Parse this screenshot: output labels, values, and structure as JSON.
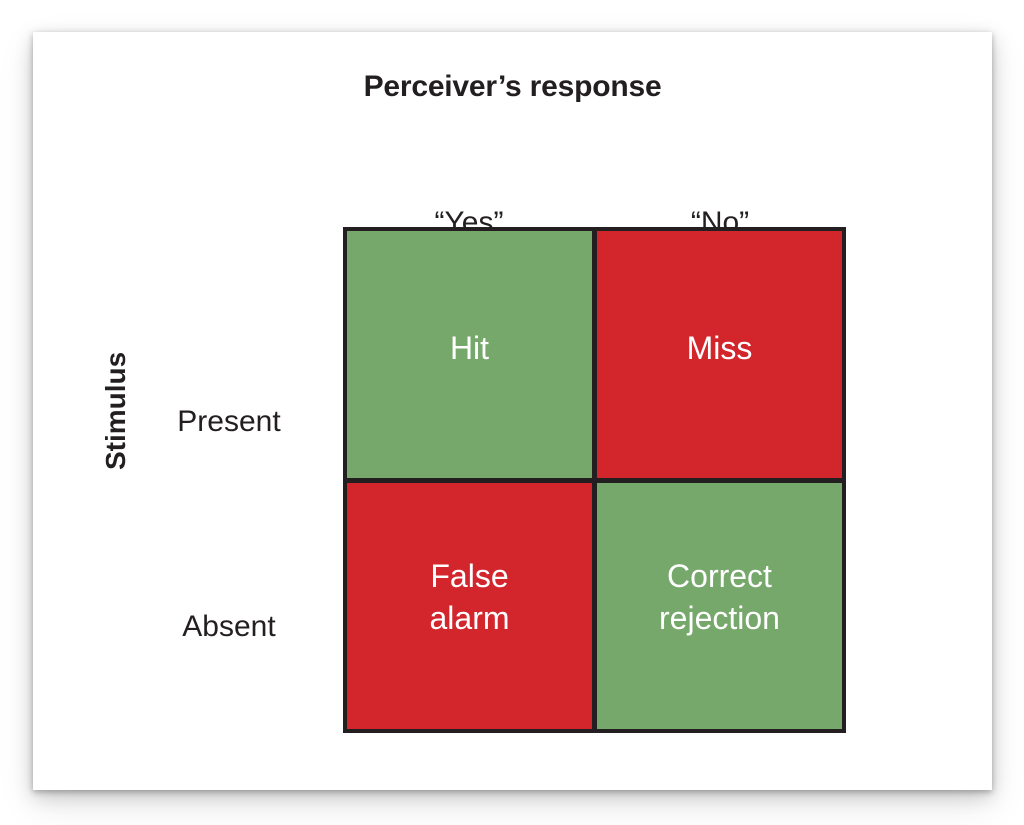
{
  "figure": {
    "title": "Perceiver’s response",
    "row_axis_label": "Stimulus",
    "column_headers": [
      "“Yes”",
      "“No”"
    ],
    "row_headers": [
      "Present",
      "Absent"
    ],
    "cells": [
      {
        "label": "Hit",
        "color": "#76a86b",
        "outcome": "correct"
      },
      {
        "label": "Miss",
        "color": "#d2262c",
        "outcome": "error"
      },
      {
        "label": "False\nalarm",
        "color": "#d2262c",
        "outcome": "error"
      },
      {
        "label": "Correct\nrejection",
        "color": "#76a86b",
        "outcome": "correct"
      }
    ],
    "cell_labels": {
      "hit": "Hit",
      "miss": "Miss",
      "false_alarm_line1": "False",
      "false_alarm_line2": "alarm",
      "correct_rejection_line1": "Correct",
      "correct_rejection_line2": "rejection"
    },
    "colors": {
      "correct": "#76a86b",
      "error": "#d2262c",
      "border": "#231f20",
      "text_on_cell": "#ffffff",
      "text": "#231f20",
      "background": "#ffffff"
    }
  },
  "chart_data": {
    "type": "table",
    "title": "Perceiver’s response",
    "xlabel": "Perceiver’s response",
    "ylabel": "Stimulus",
    "categories": [
      "“Yes”",
      "“No”"
    ],
    "rows": [
      "Present",
      "Absent"
    ],
    "values": [
      [
        "Hit",
        "Miss"
      ],
      [
        "False alarm",
        "Correct rejection"
      ]
    ],
    "cell_colors": [
      [
        "#76a86b",
        "#d2262c"
      ],
      [
        "#d2262c",
        "#76a86b"
      ]
    ],
    "grid": true,
    "legend": "none"
  }
}
